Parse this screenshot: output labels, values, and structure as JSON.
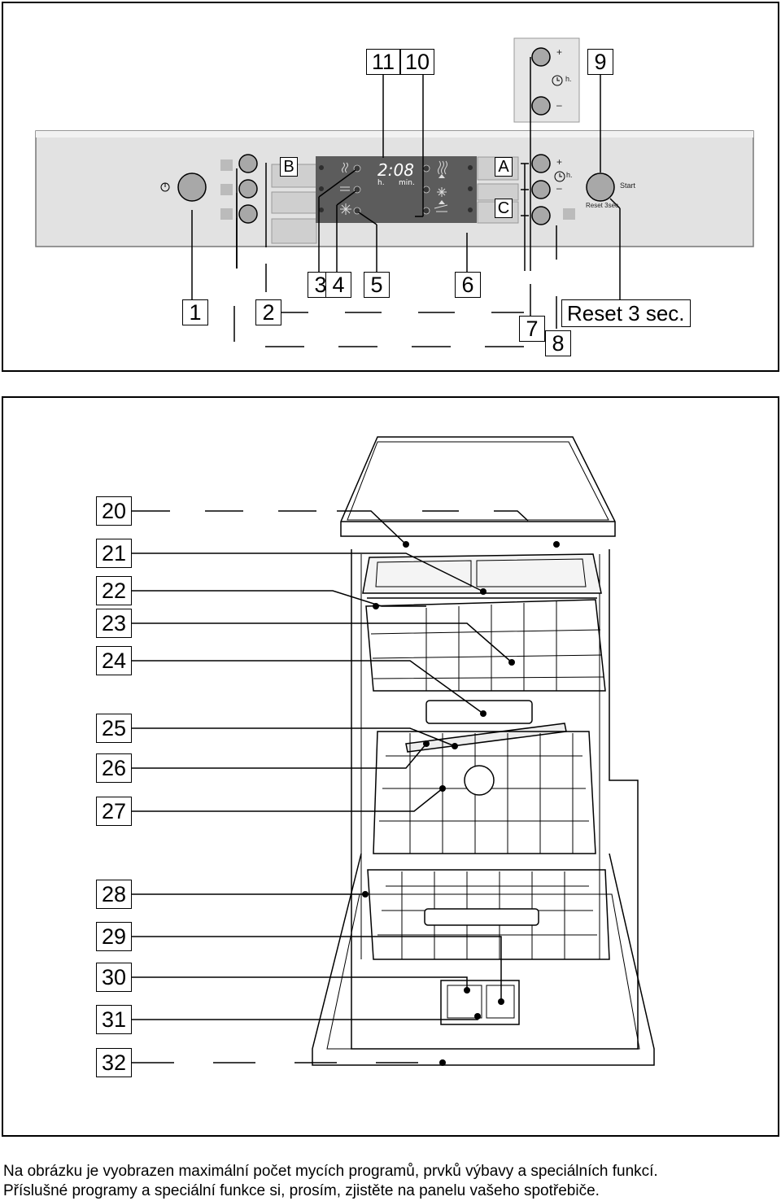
{
  "panel": {
    "display_time": "2:08",
    "display_hours_unit": "h.",
    "display_minutes_unit": "min.",
    "letter_a": "A",
    "letter_b": "B",
    "letter_c": "C",
    "start_label": "Start",
    "reset_small_label": "Reset 3sec",
    "reset_callout": "Reset 3 sec.",
    "timer_hours_unit": "h.",
    "plus_sign": "+",
    "minus_sign": "–"
  },
  "panel_callouts": [
    "1",
    "2",
    "3",
    "4",
    "5",
    "6",
    "7",
    "8",
    "9",
    "10",
    "11"
  ],
  "machine_callouts": [
    "20",
    "21",
    "22",
    "23",
    "24",
    "25",
    "26",
    "27",
    "28",
    "29",
    "30",
    "31",
    "32"
  ],
  "caption": {
    "line1": "Na obrázku je vyobrazen maximální počet mycích programů, prvků výbavy a speciálních funkcí.",
    "line2": "Příslušné programy a speciální funkce si, prosím, zjistěte na panelu vašeho spotřebiče."
  },
  "colors": {
    "panel_fill": "#e2e2e2",
    "display_fill": "#5c5c5c",
    "button_fill": "#a8a8a8"
  }
}
